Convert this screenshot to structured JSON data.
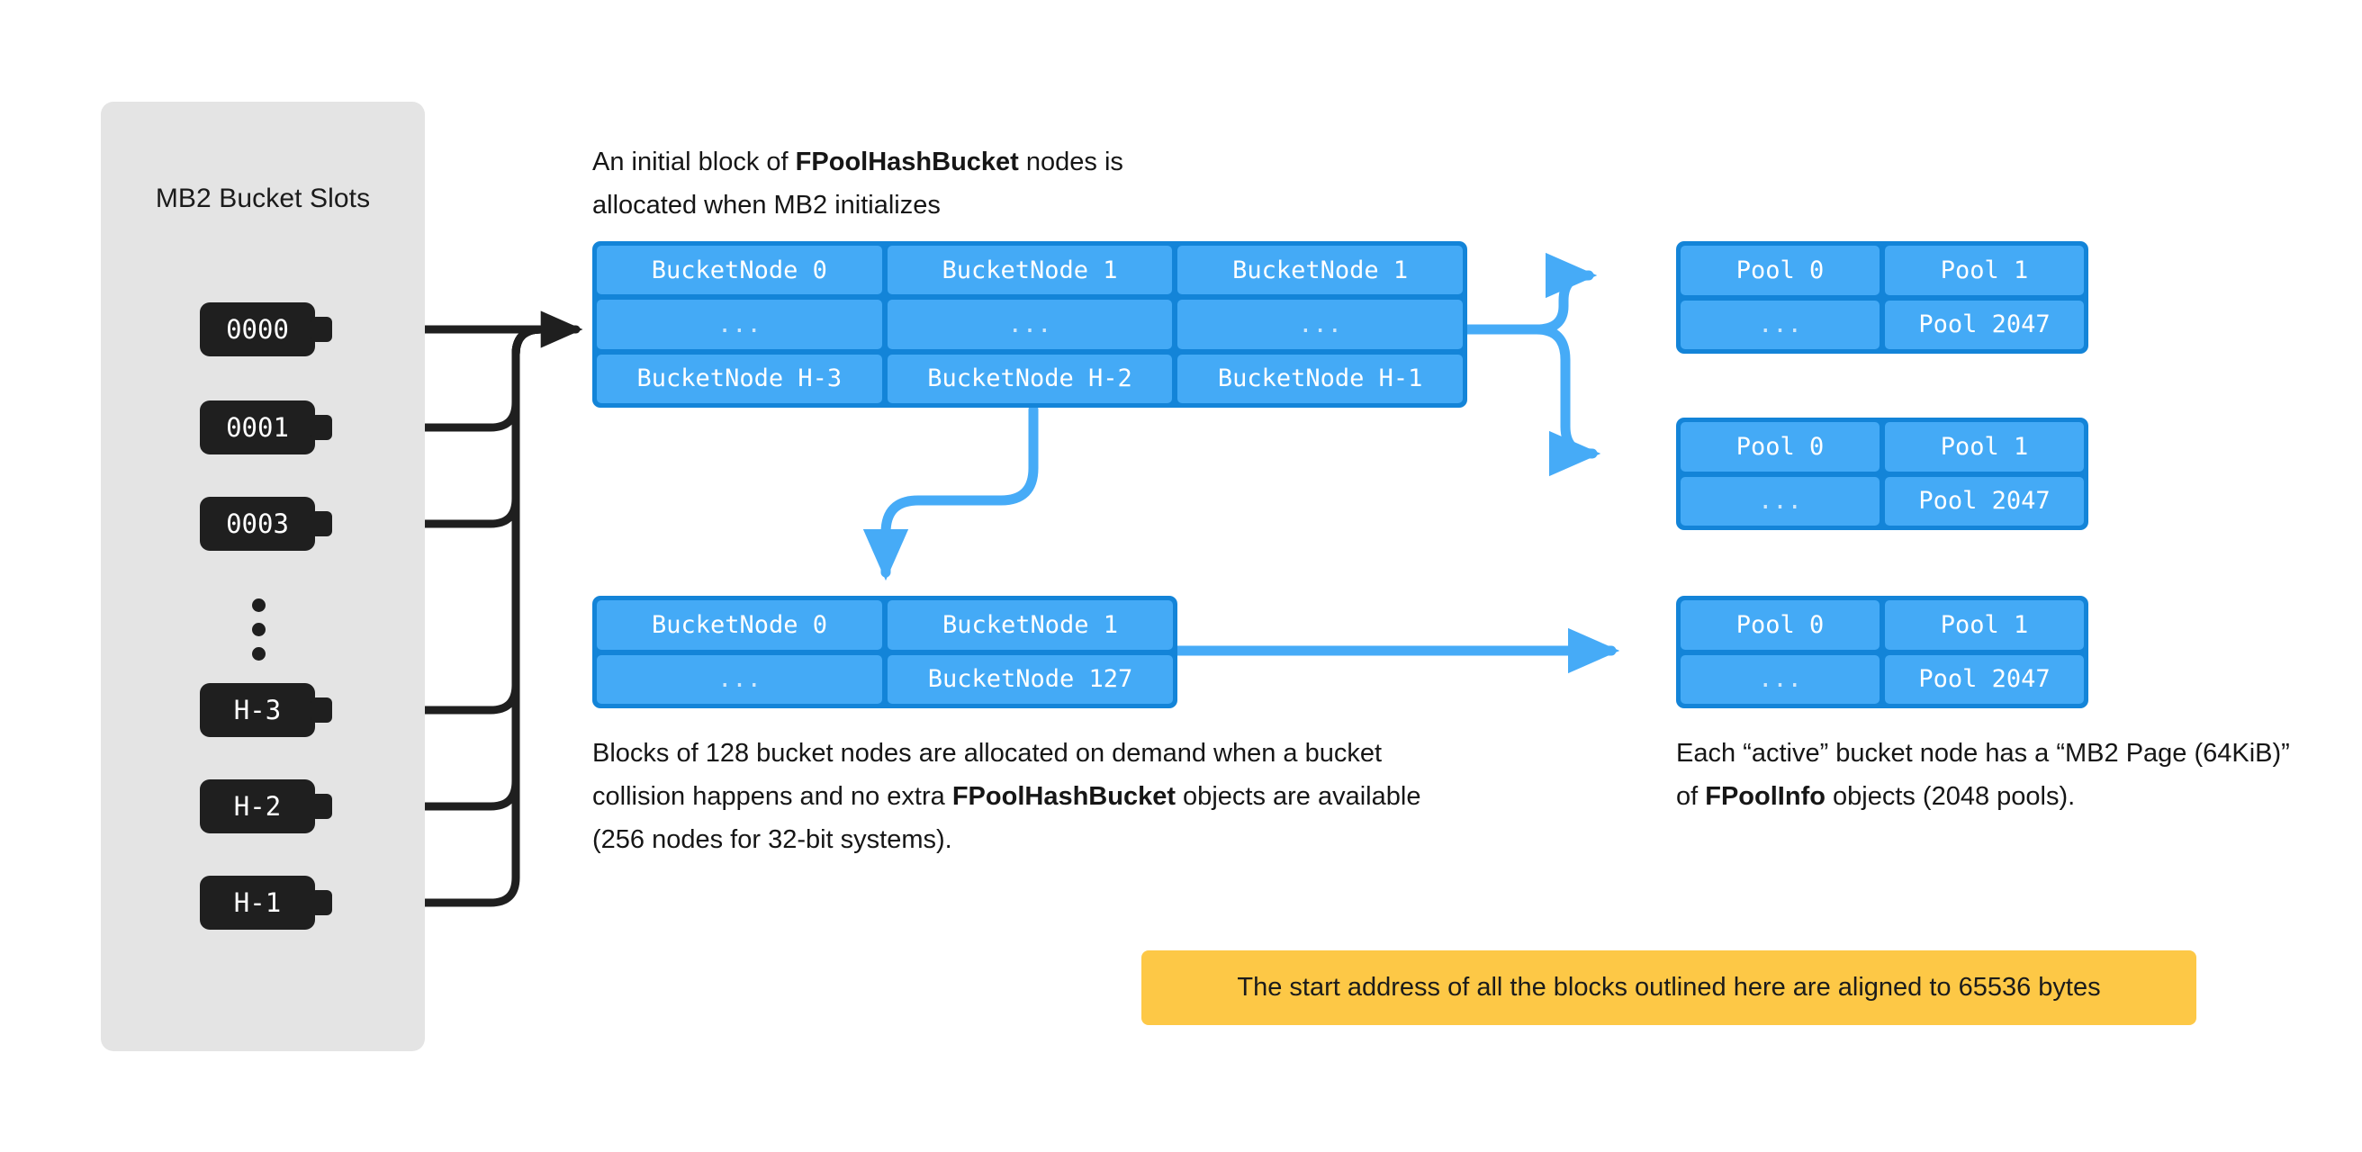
{
  "slots_panel": {
    "title": "MB2 Bucket Slots",
    "items": [
      {
        "label": "0000"
      },
      {
        "label": "0001"
      },
      {
        "label": "0003"
      },
      {
        "label": "H-3"
      },
      {
        "label": "H-2"
      },
      {
        "label": "H-1"
      }
    ],
    "ellipsis": "vertical-ellipsis"
  },
  "notes": {
    "top": {
      "pre": "An initial block of ",
      "strong": "FPoolHashBucket",
      "post": " nodes is allocated when MB2 initializes"
    },
    "bottom_left": {
      "pre": "Blocks of 128 bucket nodes are allocated on demand when a bucket collision happens and no extra ",
      "strong": "FPoolHashBucket",
      "post": " objects are available (256 nodes for 32-bit systems)."
    },
    "bottom_right": {
      "pre": "Each “active” bucket node has a  “MB2 Page (64KiB)” of ",
      "strong": "FPoolInfo",
      "post": " objects (2048 pools)."
    }
  },
  "bucket_block_main": {
    "cells": [
      "BucketNode 0",
      "BucketNode 1",
      "BucketNode 1",
      "...",
      "...",
      "...",
      "BucketNode H-3",
      "BucketNode H-2",
      "BucketNode H-1"
    ]
  },
  "bucket_block_second": {
    "cells": [
      "BucketNode 0",
      "BucketNode 1",
      "...",
      "BucketNode 127"
    ]
  },
  "pool_table": {
    "cells": [
      "Pool 0",
      "Pool 1",
      "...",
      "Pool 2047"
    ]
  },
  "callout": {
    "text": "The start address of all the blocks outlined here are aligned to 65536 bytes"
  },
  "colors": {
    "panel_gray": "#e4e4e4",
    "slot_black": "#1f1f1f",
    "table_border_blue": "#1384d8",
    "cell_blue": "#44aaf6",
    "arrow_blue": "#46ABF7",
    "callout_yellow": "#fdc846",
    "text_dark": "#161616"
  }
}
